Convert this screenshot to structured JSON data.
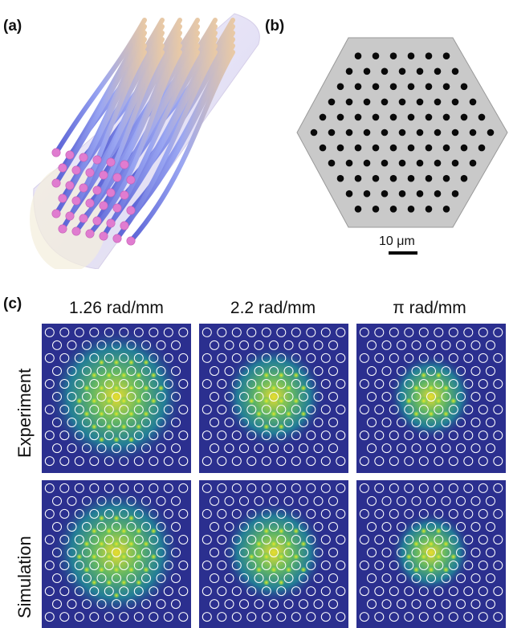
{
  "panels": {
    "a": {
      "label": "(a)"
    },
    "b": {
      "label": "(b)",
      "scale_bar_text": "10 μm"
    },
    "c": {
      "label": "(c)",
      "columns": [
        "1.26 rad/mm",
        "2.2 rad/mm",
        "π rad/mm"
      ],
      "rows": [
        "Experiment",
        "Simulation"
      ],
      "colormap": {
        "low": "#2b2f8f",
        "mid": "#1f9e9a",
        "high": "#f2e52a"
      }
    }
  },
  "colors": {
    "fiber_blue": "#7a86e8",
    "core_pink": "#e07cd0",
    "cladding": "#e9e4f6",
    "hole": "#0a0a0a",
    "sem_bg": "#c9c9c9"
  }
}
